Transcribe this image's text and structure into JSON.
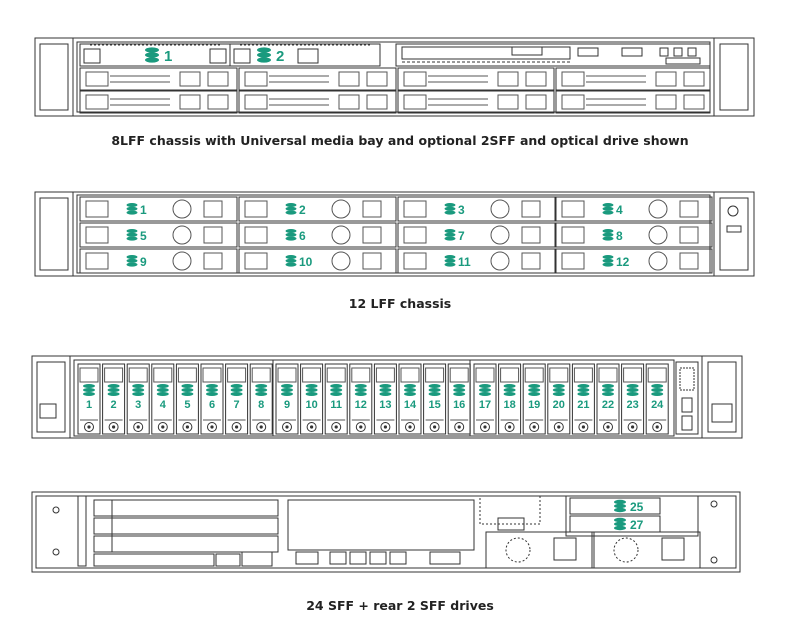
{
  "colors": {
    "accent": "#1a9a7e",
    "line": "#333333",
    "text": "#222222"
  },
  "icon": "drive-stack-icon",
  "diagrams": [
    {
      "caption": "8LFF chassis with Universal media bay and optional 2SFF and optical drive shown",
      "media_bay_drives": [
        "1",
        "2"
      ]
    },
    {
      "caption": "12 LFF chassis",
      "drives": [
        "1",
        "2",
        "3",
        "4",
        "5",
        "6",
        "7",
        "8",
        "9",
        "10",
        "11",
        "12"
      ]
    },
    {
      "caption": "24 SFF + rear 2 SFF drives",
      "drives": [
        "1",
        "2",
        "3",
        "4",
        "5",
        "6",
        "7",
        "8",
        "9",
        "10",
        "11",
        "12",
        "13",
        "14",
        "15",
        "16",
        "17",
        "18",
        "19",
        "20",
        "21",
        "22",
        "23",
        "24"
      ],
      "rear_drives": [
        "25",
        "27"
      ]
    }
  ]
}
